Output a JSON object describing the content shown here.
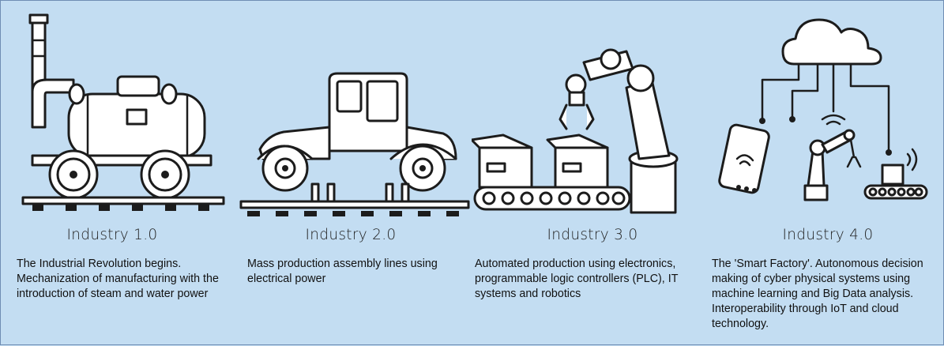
{
  "stages": [
    {
      "title": "Industry 1.0",
      "description": "The Industrial Revolution begins. Mechanization of manufacturing with the introduction of steam and water power",
      "icon": "steam-locomotive-icon"
    },
    {
      "title": "Industry 2.0",
      "description": "Mass production assembly lines using electrical power",
      "icon": "automobile-assembly-line-icon"
    },
    {
      "title": "Industry 3.0",
      "description": "Automated production using electronics, programmable logic controllers (PLC), IT systems and robotics",
      "icon": "robot-arm-conveyor-icon"
    },
    {
      "title": "Industry 4.0",
      "description": "The 'Smart Factory'. Autonomous decision making of cyber physical systems using machine learning and Big Data analysis. Interoperability through IoT and cloud technology.",
      "icon": "cloud-connected-factory-icon"
    }
  ],
  "colors": {
    "background": "#c3ddf2",
    "border": "#6f8db3",
    "ink": "#1c1c1c"
  }
}
